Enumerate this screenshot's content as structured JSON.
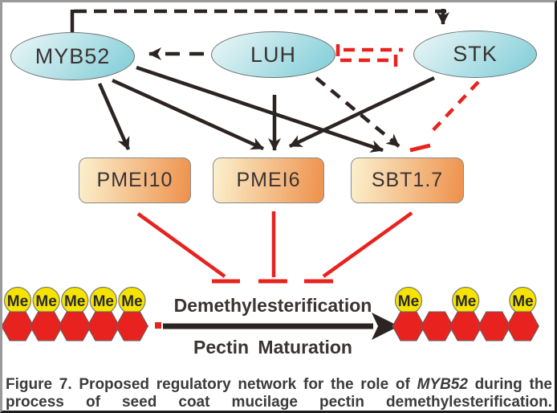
{
  "network": {
    "regulators": [
      {
        "label": "MYB52"
      },
      {
        "label": "LUH"
      },
      {
        "label": "STK"
      }
    ],
    "targets": [
      {
        "label": "PMEI10"
      },
      {
        "label": "PMEI6"
      },
      {
        "label": "SBT1.7"
      }
    ],
    "edges": [
      {
        "from": "MYB52",
        "to": "STK",
        "effect": "activates",
        "style": "dashed",
        "color": "black"
      },
      {
        "from": "LUH",
        "to": "MYB52",
        "effect": "activates",
        "style": "dashed",
        "color": "black"
      },
      {
        "from": "STK",
        "to": "LUH",
        "effect": "represses",
        "style": "dashed",
        "color": "red"
      },
      {
        "from": "LUH",
        "to": "STK",
        "effect": "represses",
        "style": "dashed",
        "color": "red"
      },
      {
        "from": "MYB52",
        "to": "PMEI10",
        "effect": "activates",
        "style": "solid",
        "color": "black"
      },
      {
        "from": "MYB52",
        "to": "PMEI6",
        "effect": "activates",
        "style": "solid",
        "color": "black"
      },
      {
        "from": "MYB52",
        "to": "SBT1.7",
        "effect": "activates",
        "style": "solid",
        "color": "black"
      },
      {
        "from": "LUH",
        "to": "PMEI6",
        "effect": "activates",
        "style": "solid",
        "color": "black"
      },
      {
        "from": "LUH",
        "to": "SBT1.7",
        "effect": "activates",
        "style": "dashed",
        "color": "black"
      },
      {
        "from": "STK",
        "to": "PMEI6",
        "effect": "activates",
        "style": "solid",
        "color": "black"
      },
      {
        "from": "STK",
        "to": "SBT1.7",
        "effect": "represses",
        "style": "dashed",
        "color": "red"
      },
      {
        "from": "PMEI10",
        "to": "Demethylesterification",
        "effect": "represses",
        "style": "solid",
        "color": "red"
      },
      {
        "from": "PMEI6",
        "to": "Demethylesterification",
        "effect": "represses",
        "style": "solid",
        "color": "red"
      },
      {
        "from": "SBT1.7",
        "to": "Demethylesterification",
        "effect": "represses",
        "style": "solid",
        "color": "red"
      }
    ]
  },
  "process_arrow": {
    "label_top": "Demethylesterification",
    "label_bottom": "Pectin Maturation"
  },
  "pectin": {
    "me_label": "Me",
    "left_chain": {
      "hexagons": 5,
      "methylated": [
        true,
        true,
        true,
        true,
        true
      ]
    },
    "right_chain": {
      "hexagons": 5,
      "methylated": [
        true,
        false,
        true,
        false,
        true
      ]
    }
  },
  "caption": {
    "prefix": "Figure 7. Proposed regulatory network for the role of ",
    "gene": "MYB52",
    "suffix": " during the process of seed coat mucilage pectin demethylesterification."
  },
  "colors": {
    "black_line": "#2b2422",
    "red_line": "#e8231f",
    "node_fill_light": "#edf7f8",
    "node_fill_dark": "#7dccd6",
    "node_border": "#6f7271",
    "box_fill_light": "#fbf1ce",
    "box_fill_dark": "#ee914c",
    "box_border": "#8a8a8a",
    "hex_fill": "#e8231f",
    "hex_border": "#5f5f5f",
    "me_fill": "#f6e400",
    "me_border": "#787878",
    "text_dark": "#3a3332",
    "caption_color": "#3b3b3b",
    "frame_light": "#9a9a9a",
    "frame_dark": "#1c1c1c"
  }
}
